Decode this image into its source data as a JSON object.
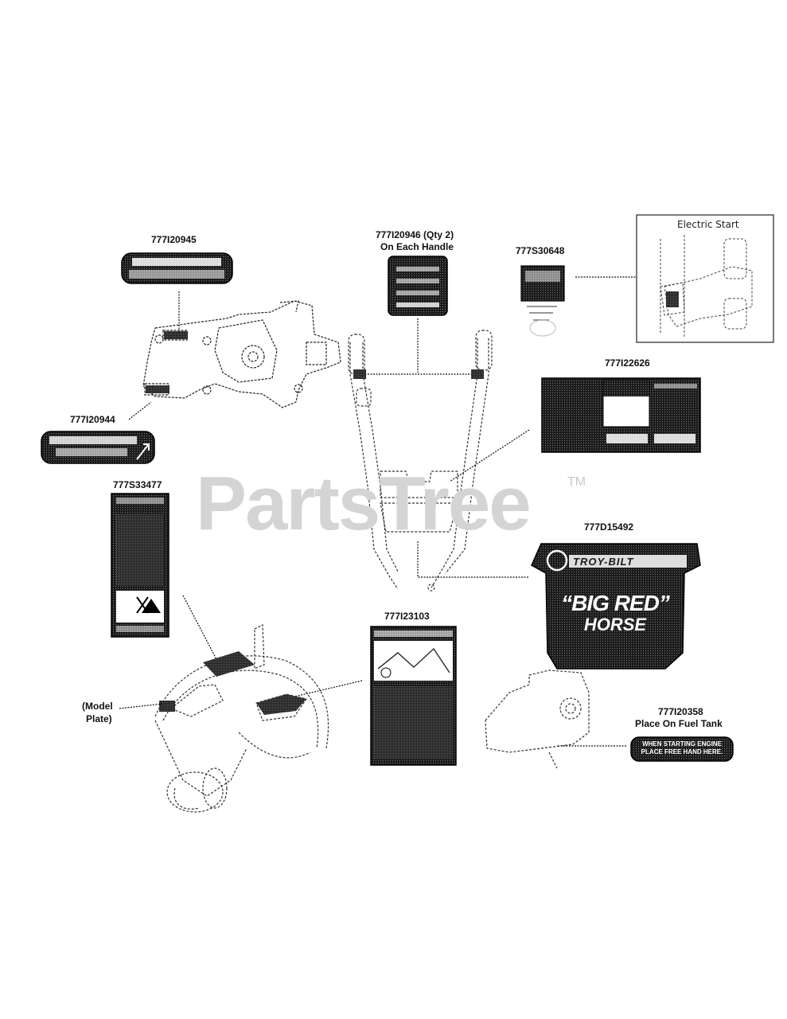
{
  "watermark": {
    "text": "PartsTree",
    "tm": "TM"
  },
  "parts": {
    "p20945": {
      "number": "777I20945"
    },
    "p20944": {
      "number": "777I20944"
    },
    "p20946": {
      "number": "777I20946 (Qty 2)",
      "note": "On Each Handle"
    },
    "p30648": {
      "number": "777S30648"
    },
    "p22626": {
      "number": "777I22626"
    },
    "p33477": {
      "number": "777S33477"
    },
    "p15492": {
      "number": "777D15492",
      "decal_line1": "“BIG RED”",
      "decal_line2": "HORSE",
      "brand": "TROY-BILT"
    },
    "p23103": {
      "number": "777I23103"
    },
    "p20358": {
      "number": "777I20358",
      "note": "Place On Fuel Tank",
      "decal_line1": "WHEN STARTING ENGINE",
      "decal_line2": "PLACE FREE HAND HERE."
    },
    "model_plate": {
      "line1": "(Model",
      "line2": "Plate)"
    }
  },
  "inset": {
    "title": "Electric Start"
  },
  "colors": {
    "line": "#111111",
    "decal_dark": "#1a1a1a",
    "watermark": "#d4d4d4"
  }
}
